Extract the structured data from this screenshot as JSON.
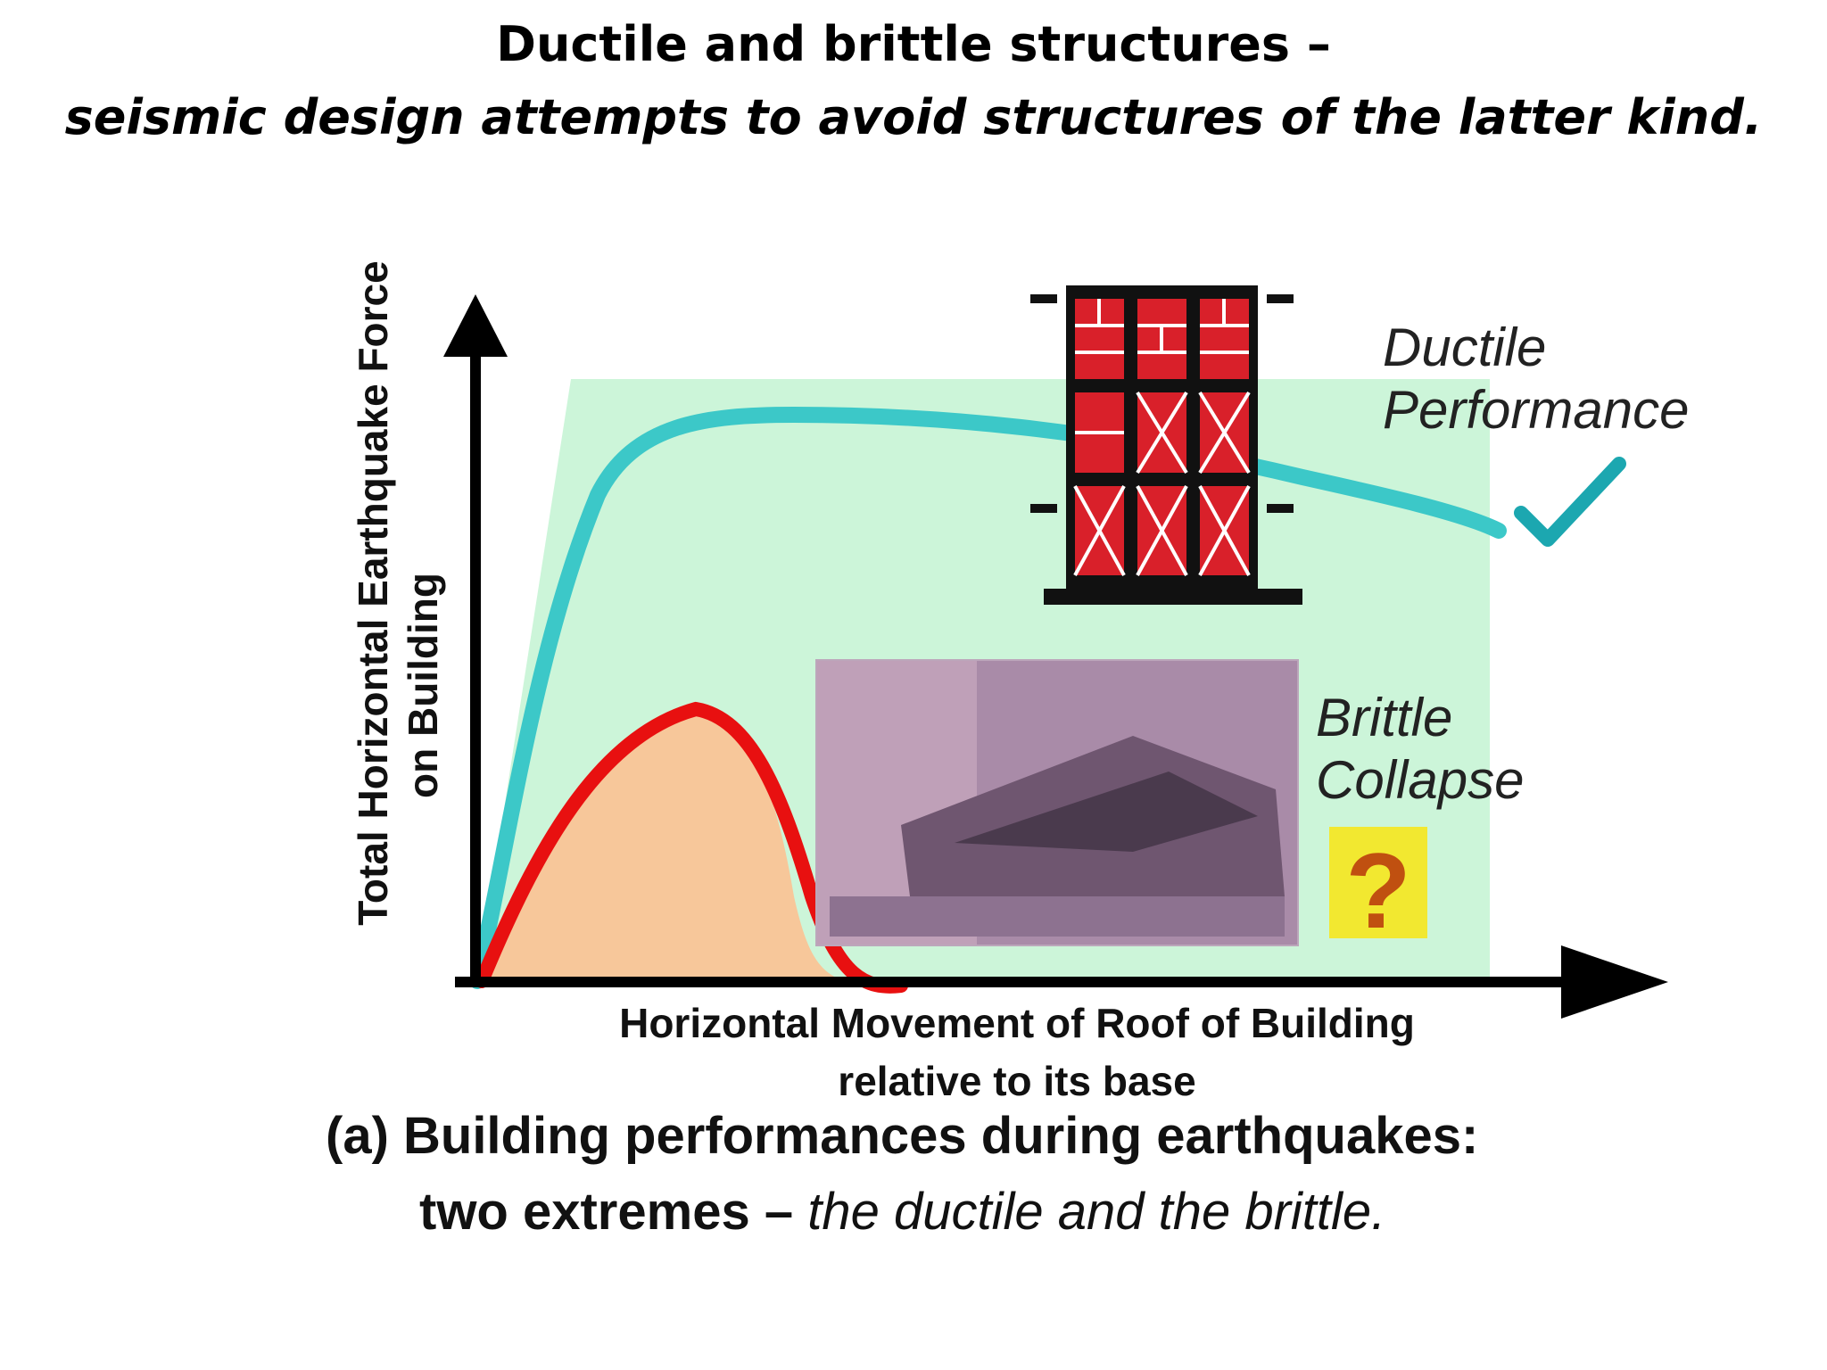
{
  "title": {
    "line1": "Ductile and brittle structures –",
    "line2": "seismic design attempts to avoid structures of the latter kind."
  },
  "figure": {
    "y_axis_label_line1": "Total Horizontal Earthquake Force",
    "y_axis_label_line2": "on Building",
    "x_axis_label_line1": "Horizontal Movement of Roof of Building",
    "x_axis_label_line2": "relative to its base",
    "ductile_label_line1": "Ductile",
    "ductile_label_line2": "Performance",
    "brittle_label_line1": "Brittle",
    "brittle_label_line2": "Collapse",
    "question_mark": "?",
    "caption_line1": "(a) Building performances during earthquakes:",
    "caption_line2_plain": "two extremes – ",
    "caption_line2_italic": "the ductile and the brittle."
  },
  "colors": {
    "ductile_curve": "#3cc8c8",
    "ductile_fill": "#ccf5d9",
    "brittle_curve": "#e81010",
    "brittle_fill": "#f7c79a",
    "brick": "#d9202a",
    "question_bg": "#f2e830",
    "question_fg": "#c05010"
  }
}
